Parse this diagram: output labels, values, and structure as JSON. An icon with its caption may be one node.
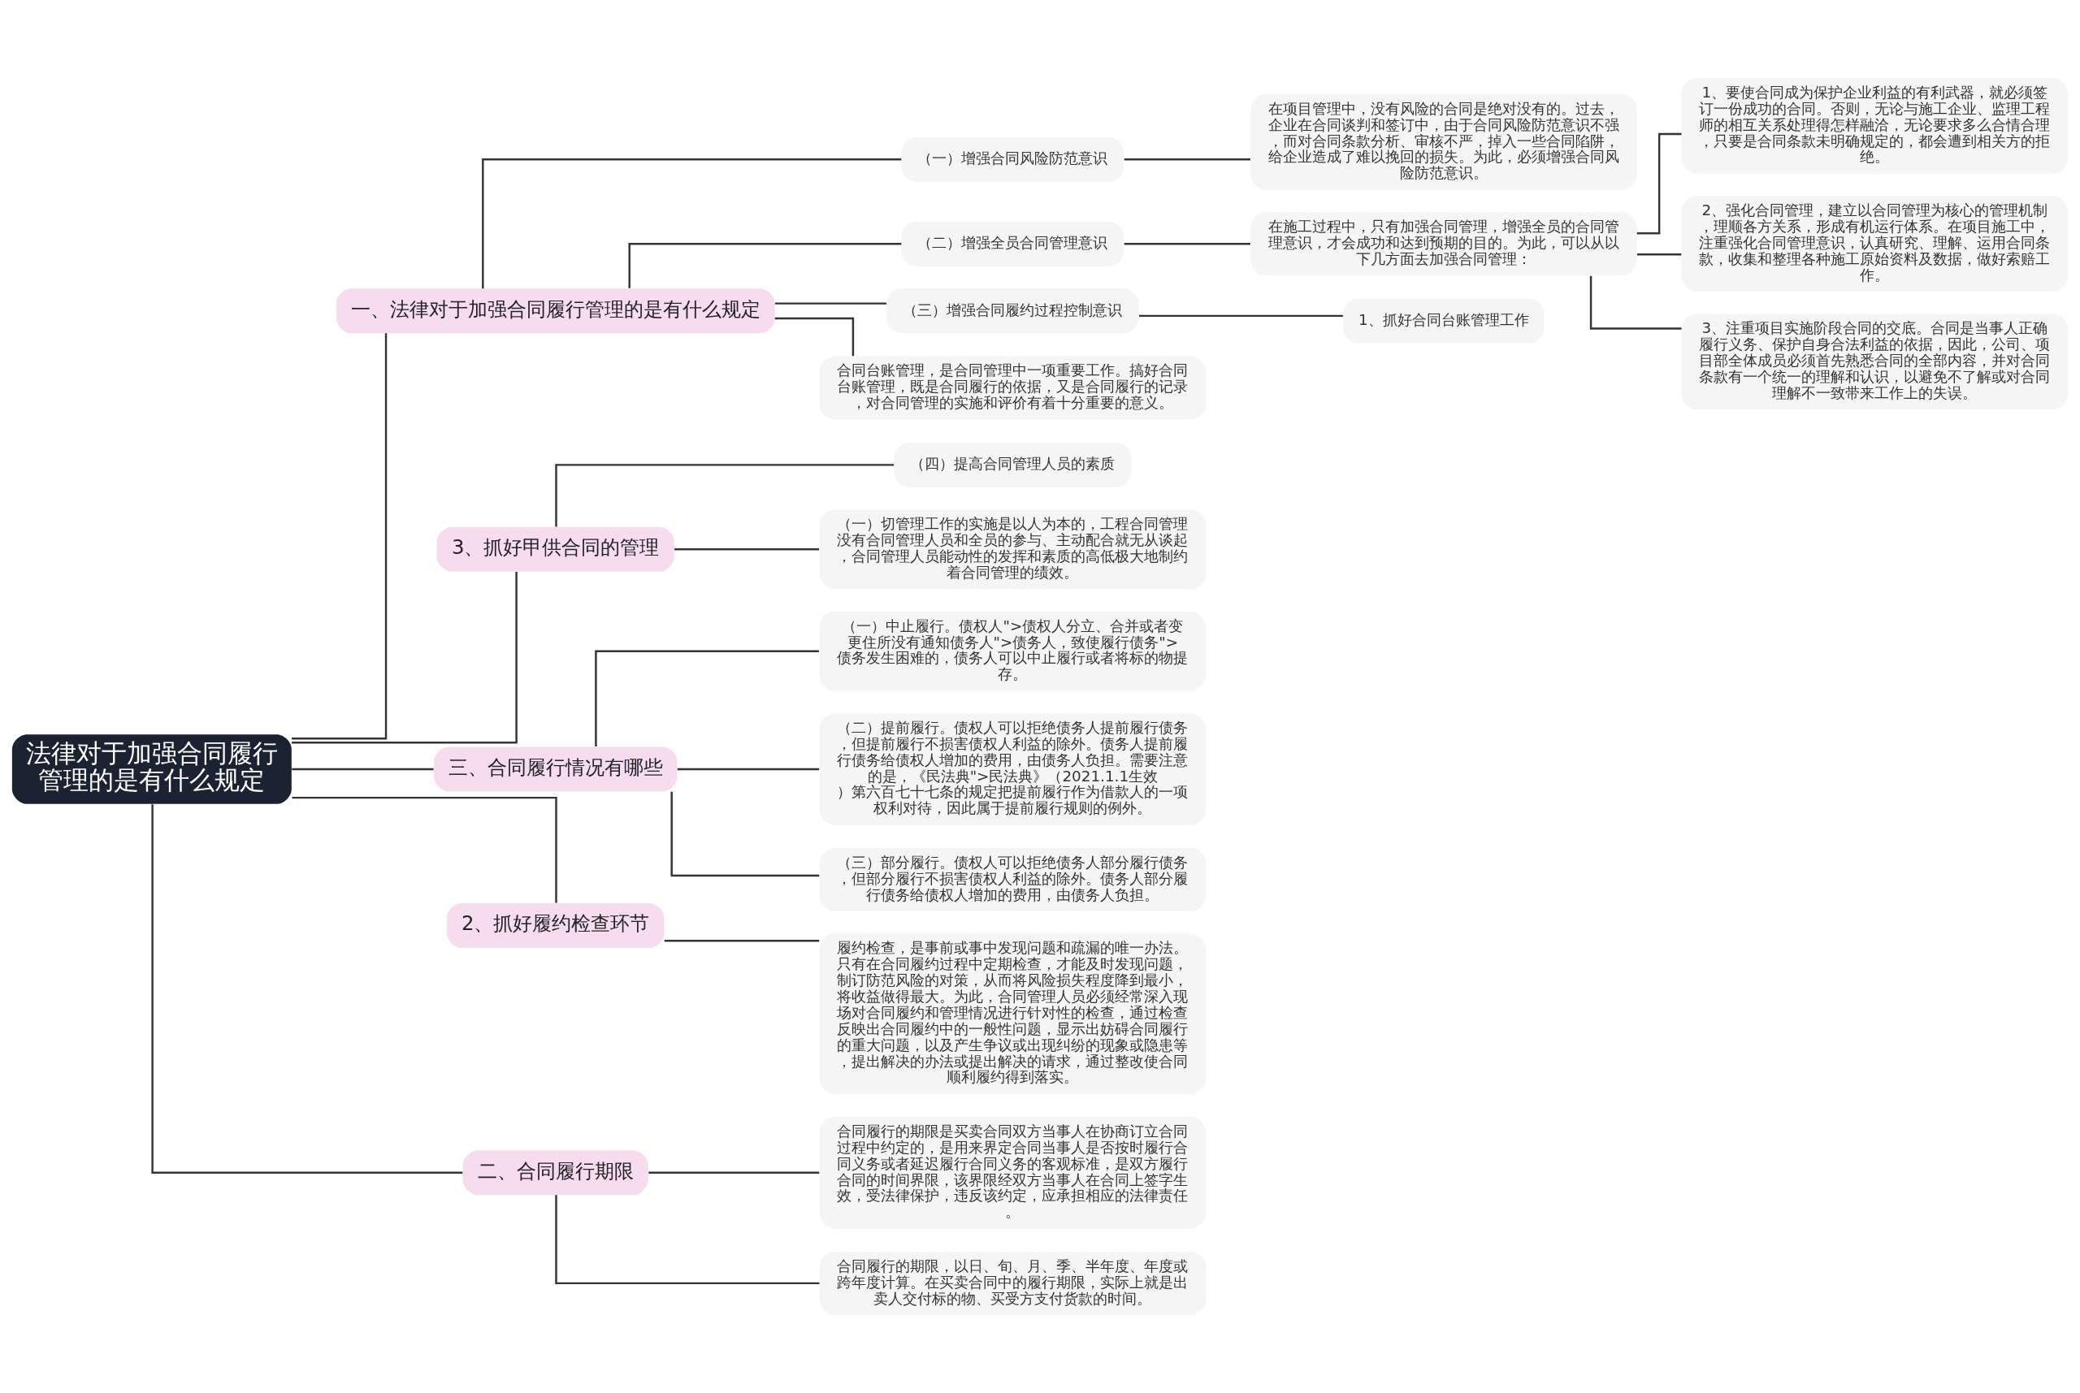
{
  "diagram": {
    "nodes": [
      {
        "text": [
          "法律对于加强合同履行管理的是有什么规定"
        ]
      },
      {
        "text": [
          "一、法律对于加强合同履行管理的是有什么规定"
        ]
      },
      {
        "text": [
          "（一）增强合同风险防范意识"
        ]
      },
      {
        "text": [
          "在项目管理中，没有风险的合同是绝对没有的。过去，企业在合同谈判和签订中，由于合同风险防范意识不强，而对合同条款分析、审核不严，掉入一些合同陷阱，给企业造成了难以挽回的损失。为此，必须增强合同风险防范意识。"
        ]
      },
      {
        "text": [
          "（二）增强全员合同管理意识"
        ]
      },
      {
        "text": [
          "在施工过程中，只有加强合同管理，增强全员的合同管理意识，才会成功和达到预期的目的。为此，可以从以下几方面去加强合同管理："
        ]
      },
      {
        "text": [
          "1、要使合同成为保护企业利益的有利武器，就必须签订一份成功的合同。否则，无论与施工企业、监理工程师的相互关系处理得怎样融洽，无论要求多么合情合理，只要是合同条款未明确规定的，都会遭到相关方的拒绝。"
        ]
      },
      {
        "text": [
          "2、强化合同管理，建立以合同管理为核心的管理机制，理顺各方关系，形成有机运行体系。在项目施工中，注重强化合同管理意识，认真研究、理解、运用合同条款，收集和整理各种施工原始资料及数据，做好索赔工作。"
        ]
      },
      {
        "text": [
          "3、注重项目实施阶段合同的交底。合同是当事人正确履行义务、保护自身合法利益的依据，因此，公司、项目部全体成员必须首先熟悉合同的全部内容，并对合同条款有一个统一的理解和认识，以避免不了解或对合同理解不一致带来工作上的失误。"
        ]
      },
      {
        "text": [
          "（三）增强合同履约过程控制意识"
        ]
      },
      {
        "text": [
          "1、抓好合同台账管理工作"
        ]
      },
      {
        "text": [
          "合同台账管理，是合同管理中一项重要工作。搞好合同台账管理，既是合同履行的依据，又是合同履行的记录，对合同管理的实施和评价有着十分重要的意义。"
        ]
      },
      {
        "text": [
          "3、抓好甲供合同的管理"
        ]
      },
      {
        "text": [
          "（四）提高合同管理人员的素质"
        ]
      },
      {
        "text": [
          "（一）切管理工作的实施是以人为本的，工程合同管理没有合同管理人员和全员的参与、主动配合就无从谈起，合同管理人员能动性的发挥和素质的高低极大地制约着合同管理的绩效。"
        ]
      },
      {
        "text": [
          "三、合同履行情况有哪些"
        ]
      },
      {
        "text": [
          "（一）中止履行。债权人\">债权人分立、合并或者变更住所没有通知债务人\">债务人，致使履行债务\">债务发生困难的，债务人可以中止履行或者将标的物提存。"
        ]
      },
      {
        "text": [
          "（二）提前履行。债权人可以拒绝债务人提前履行债务，但提前履行不损害债权人利益的除外。债务人提前履行债务给债权人增加的费用，由债务人负担。需要注意的是，《民法典\">民法典》（2021.1.1生效）第六百七十七条的规定把提前履行作为借款人的一项权利对待，因此属于提前履行规则的例外。"
        ]
      },
      {
        "text": [
          "（三）部分履行。债权人可以拒绝债务人部分履行债务，但部分履行不损害债权人利益的除外。债务人部分履行债务给债权人增加的费用，由债务人负担。"
        ]
      },
      {
        "text": [
          "2、抓好履约检查环节"
        ]
      },
      {
        "text": [
          "履约检查，是事前或事中发现问题和疏漏的唯一办法。只有在合同履约过程中定期检查，才能及时发现问题，制订防范风险的对策，从而将风险损失程度降到最小，将收益做得最大。为此，合同管理人员必须经常深入现场对合同履约和管理情况进行针对性的检查，通过检查反映出合同履约中的一般性问题，显示出妨碍合同履行的重大问题，以及产生争议或出现纠纷的现象或隐患等，提出解决的办法或提出解决的请求，通过整改使合同顺利履约得到落实。"
        ]
      },
      {
        "text": [
          "二、合同履行期限"
        ]
      },
      {
        "text": [
          "合同履行的期限是买卖合同双方当事人在协商订立合同过程中约定的，是用来界定合同当事人是否按时履行合同义务或者延迟履行合同义务的客观标准，是双方履行合同的时间界限，该界限经双方当事人在合同上签字生效，受法律保护，违反该约定，应承担相应的法律责任。"
        ]
      },
      {
        "text": [
          "合同履行的期限，以日、旬、月、季、半年度、年度或跨年度计算。在买卖合同中的履行期限，实际上就是出卖人交付标的物、买受方支付货款的时间。"
        ]
      }
    ],
    "edges": [
      {
        "from": 0,
        "to": 1,
        "arrow": "none"
      },
      {
        "from": 1,
        "to": 2,
        "arrow": "none"
      },
      {
        "from": 2,
        "to": 3,
        "arrow": "none"
      },
      {
        "from": 1,
        "to": 4,
        "arrow": "none"
      },
      {
        "from": 4,
        "to": 5,
        "arrow": "none"
      },
      {
        "from": 5,
        "to": 6,
        "arrow": "none"
      },
      {
        "from": 5,
        "to": 7,
        "arrow": "none"
      },
      {
        "from": 5,
        "to": 8,
        "arrow": "none"
      },
      {
        "from": 1,
        "to": 9,
        "arrow": "none"
      },
      {
        "from": 9,
        "to": 10,
        "arrow": "none"
      },
      {
        "from": 1,
        "to": 11,
        "arrow": "none"
      },
      {
        "from": 0,
        "to": 12,
        "arrow": "none"
      },
      {
        "from": 12,
        "to": 13,
        "arrow": "none"
      },
      {
        "from": 12,
        "to": 14,
        "arrow": "none"
      },
      {
        "from": 0,
        "to": 15,
        "arrow": "none"
      },
      {
        "from": 15,
        "to": 16,
        "arrow": "none"
      },
      {
        "from": 15,
        "to": 17,
        "arrow": "none"
      },
      {
        "from": 15,
        "to": 18,
        "arrow": "none"
      },
      {
        "from": 0,
        "to": 19,
        "arrow": "none"
      },
      {
        "from": 19,
        "to": 20,
        "arrow": "none"
      },
      {
        "from": 0,
        "to": 21,
        "arrow": "none"
      },
      {
        "from": 21,
        "to": 22,
        "arrow": "none"
      },
      {
        "from": 21,
        "to": 23,
        "arrow": "none"
      }
    ]
  }
}
